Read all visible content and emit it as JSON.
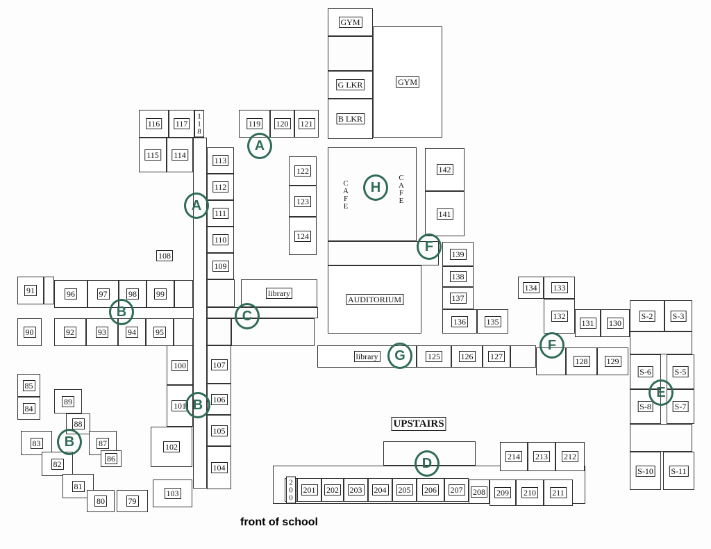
{
  "rooms": [
    "116",
    "117",
    "118",
    "119",
    "120",
    "121",
    "115",
    "114",
    "113",
    "112",
    "111",
    "110",
    "109",
    "library",
    "122",
    "123",
    "124",
    "108",
    "91",
    "96",
    "97",
    "98",
    "99",
    "90",
    "92",
    "93",
    "94",
    "95",
    "100",
    "101",
    "102",
    "107",
    "106",
    "105",
    "104",
    "85",
    "84",
    "89",
    "88",
    "87",
    "86",
    "83",
    "82",
    "81",
    "80",
    "79",
    "103",
    "GYM",
    "G LKR",
    "B LKR",
    "GYM",
    "142",
    "141",
    "AUDITORIUM",
    "139",
    "138",
    "137",
    "136",
    "135",
    "134",
    "133",
    "132",
    "131",
    "130",
    "S-2",
    "S-3",
    "S-6",
    "S-5",
    "S-8",
    "S-7",
    "S-10",
    "S-11",
    "library",
    "125",
    "126",
    "127",
    "128",
    "129",
    "214",
    "213",
    "212",
    "200",
    "201",
    "202",
    "203",
    "204",
    "205",
    "206",
    "207",
    "208",
    "209",
    "210",
    "211"
  ],
  "cafe_labels": [
    "CAFE",
    "CAFE"
  ],
  "markers": [
    "A",
    "A",
    "B",
    "B",
    "B",
    "C",
    "D",
    "E",
    "F",
    "F",
    "G",
    "H"
  ],
  "upstairs_label": "UPSTAIRS",
  "front_label": "front of school"
}
